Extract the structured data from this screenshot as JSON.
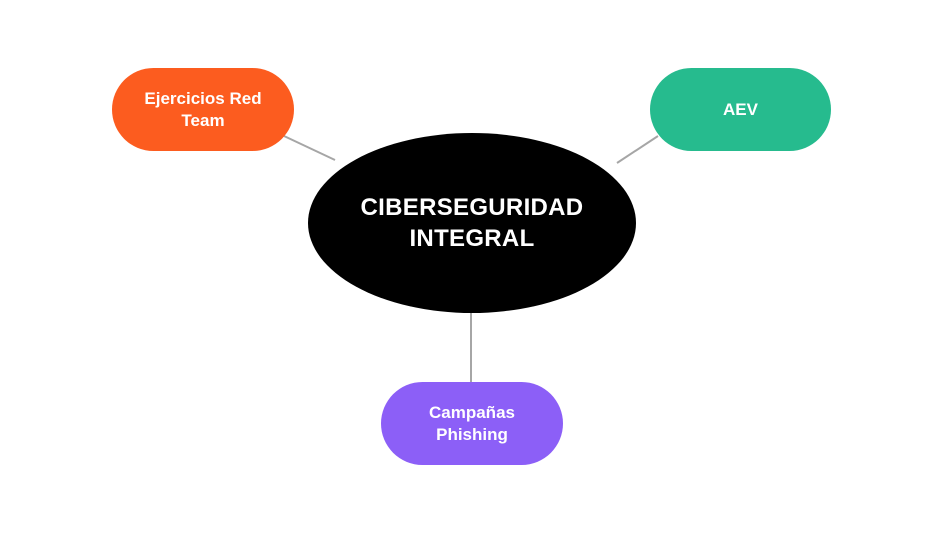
{
  "diagram": {
    "center": {
      "label": "CIBERSEGURIDAD INTEGRAL",
      "color": "#000000"
    },
    "nodes": [
      {
        "id": "red-team",
        "label": "Ejercicios Red Team",
        "color": "#fc5c1f"
      },
      {
        "id": "aev",
        "label": "AEV",
        "color": "#26bb8e"
      },
      {
        "id": "phishing",
        "label": "Campañas Phishing",
        "color": "#8c5ff7"
      }
    ],
    "connector_color": "#a6a6a6",
    "text_color": "#ffffff",
    "background": "#ffffff"
  }
}
